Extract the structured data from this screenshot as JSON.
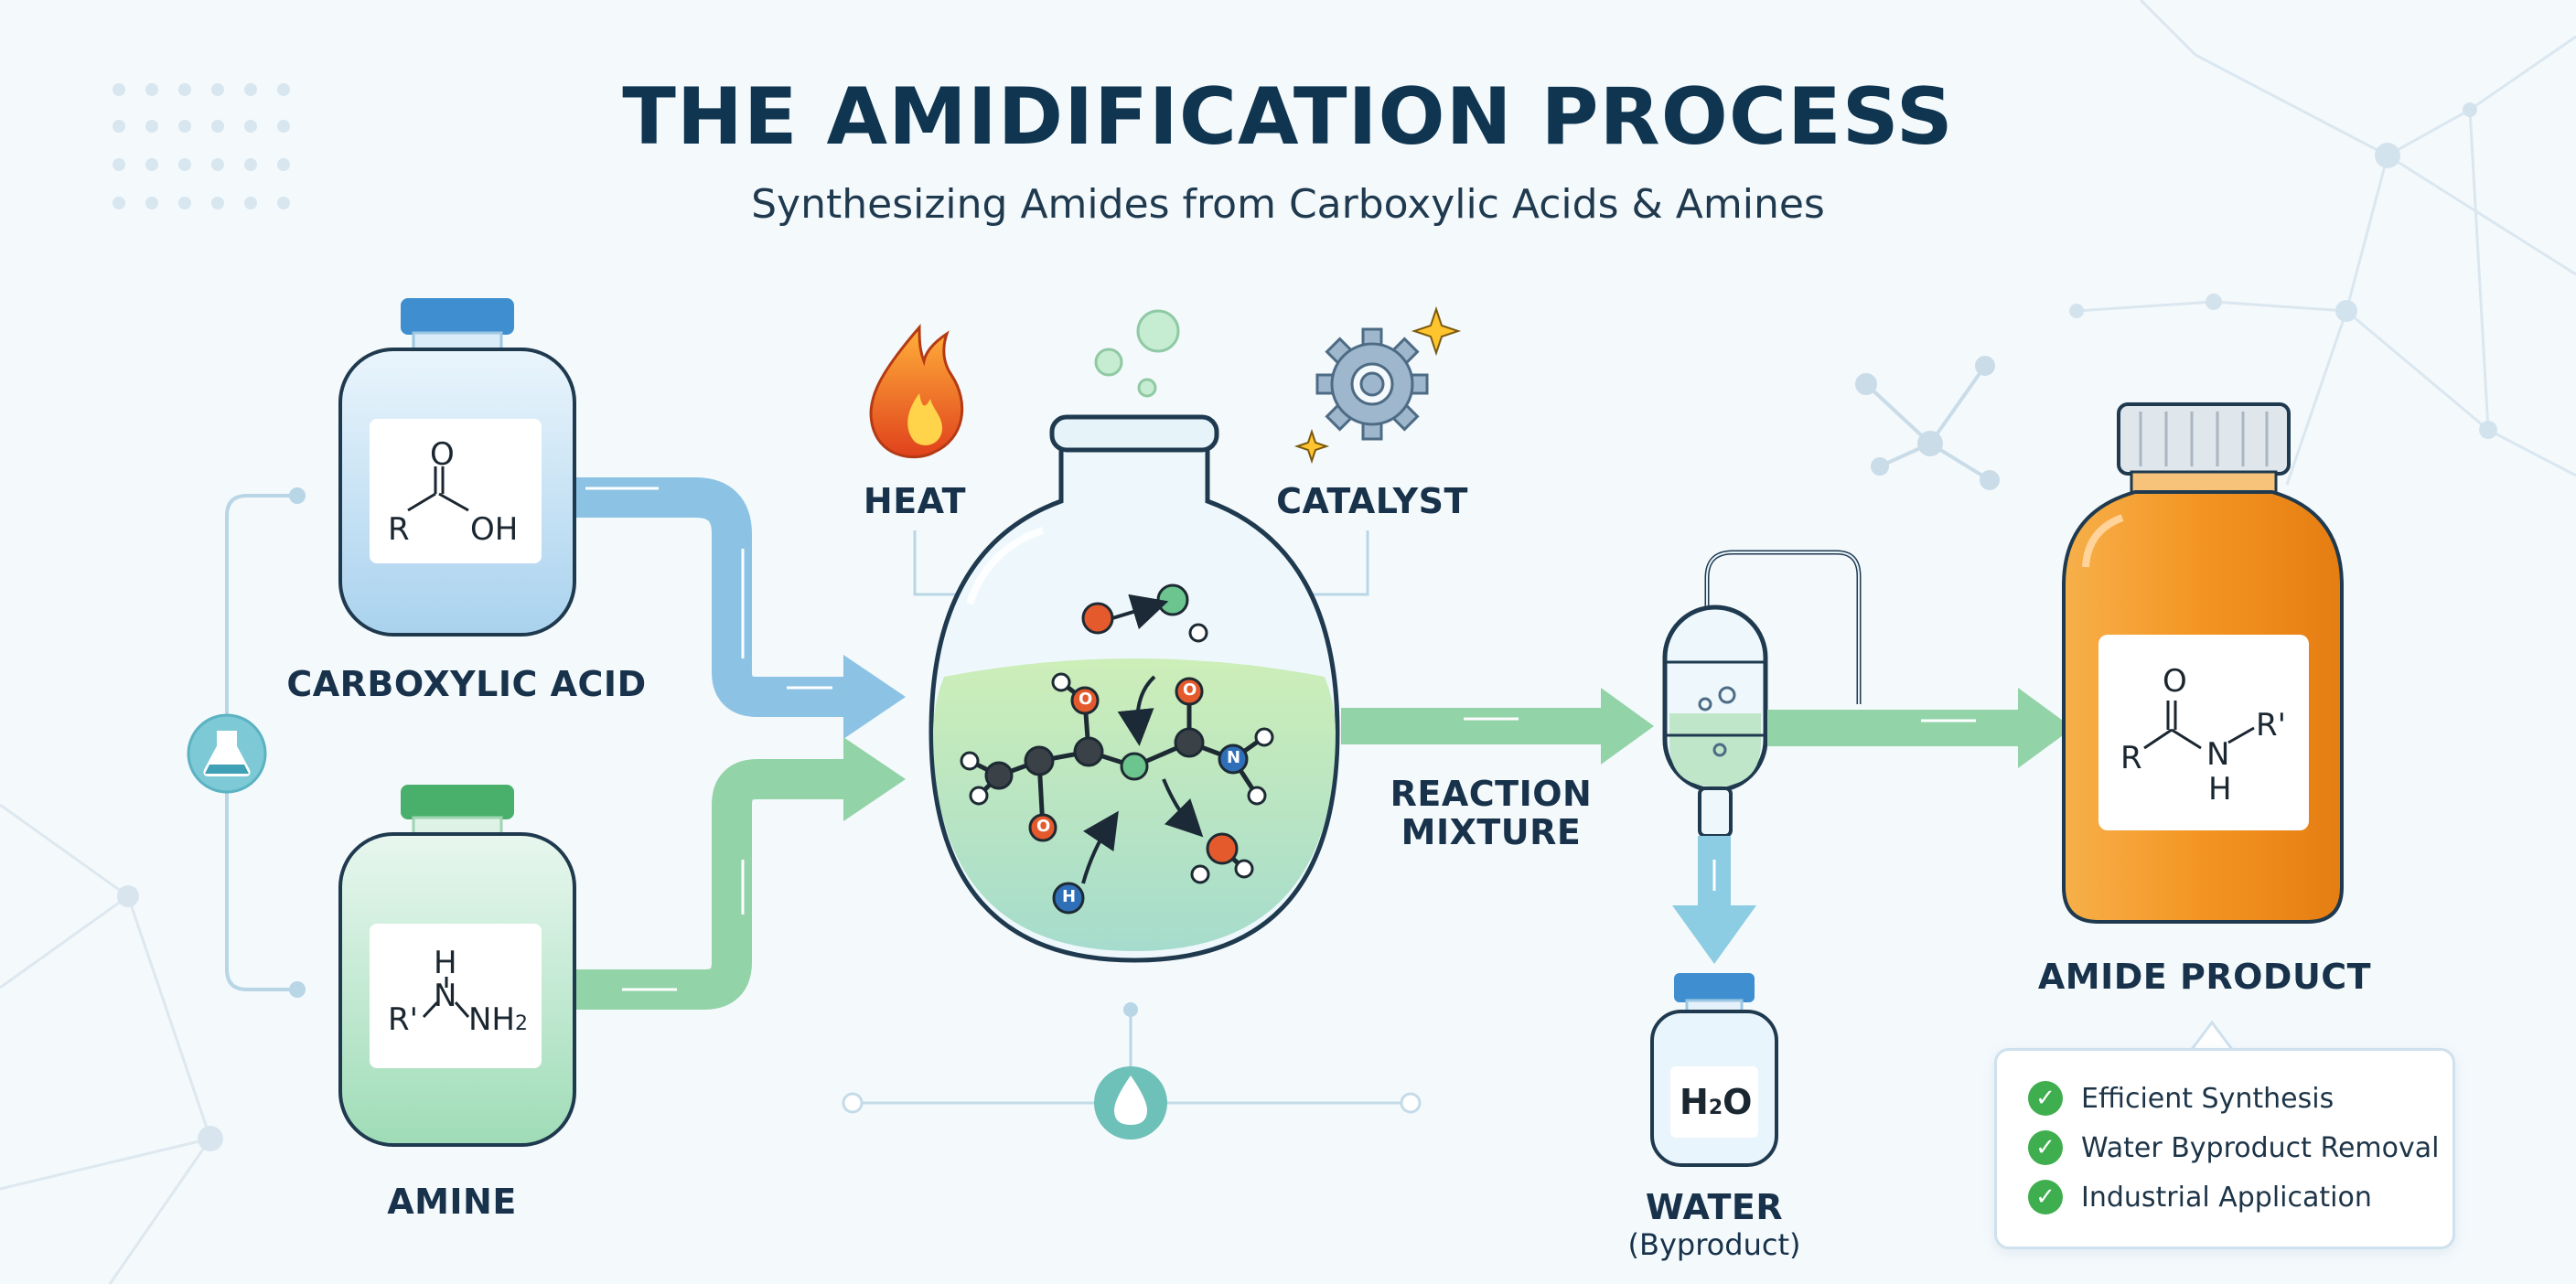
{
  "header": {
    "title": "THE AMIDIFICATION PROCESS",
    "subtitle": "Synthesizing Amides from Carboxylic Acids & Amines"
  },
  "reactants": {
    "carboxylic_acid": {
      "label": "CARBOXYLIC ACID",
      "formula": {
        "o": "O",
        "r": "R",
        "oh": "OH"
      }
    },
    "amine": {
      "label": "AMINE",
      "formula": {
        "h": "H",
        "n": "N",
        "r": "R'",
        "nh": "NH",
        "sub": "2"
      }
    }
  },
  "conditions": {
    "heat": "HEAT",
    "catalyst": "CATALYST"
  },
  "flask": {
    "atom_label_o": "O",
    "atom_label_n": "N",
    "atom_label_h": "H"
  },
  "mixture": {
    "label_line1": "REACTION",
    "label_line2": "MIXTURE"
  },
  "byproduct": {
    "label": "WATER",
    "note": "(Byproduct)",
    "formula": {
      "h": "H",
      "sub": "2",
      "o": "O"
    }
  },
  "product": {
    "label": "AMIDE PRODUCT",
    "formula": {
      "o": "O",
      "r": "R",
      "n": "N",
      "r2": "R'",
      "h": "H"
    }
  },
  "benefits": [
    {
      "text": "Efficient Synthesis"
    },
    {
      "text": "Water Byproduct Removal"
    },
    {
      "text": "Industrial Application"
    }
  ],
  "colors": {
    "title": "#0f3550",
    "blue_arrow": "#86bfe2",
    "green_arrow": "#8fd0a2",
    "acid_bottle": "#cfe6f5",
    "amine_bottle": "#cdeedd",
    "product_bottle": "#f29a2e",
    "liquid": "#bfe6c2",
    "check": "#3fae4e"
  }
}
